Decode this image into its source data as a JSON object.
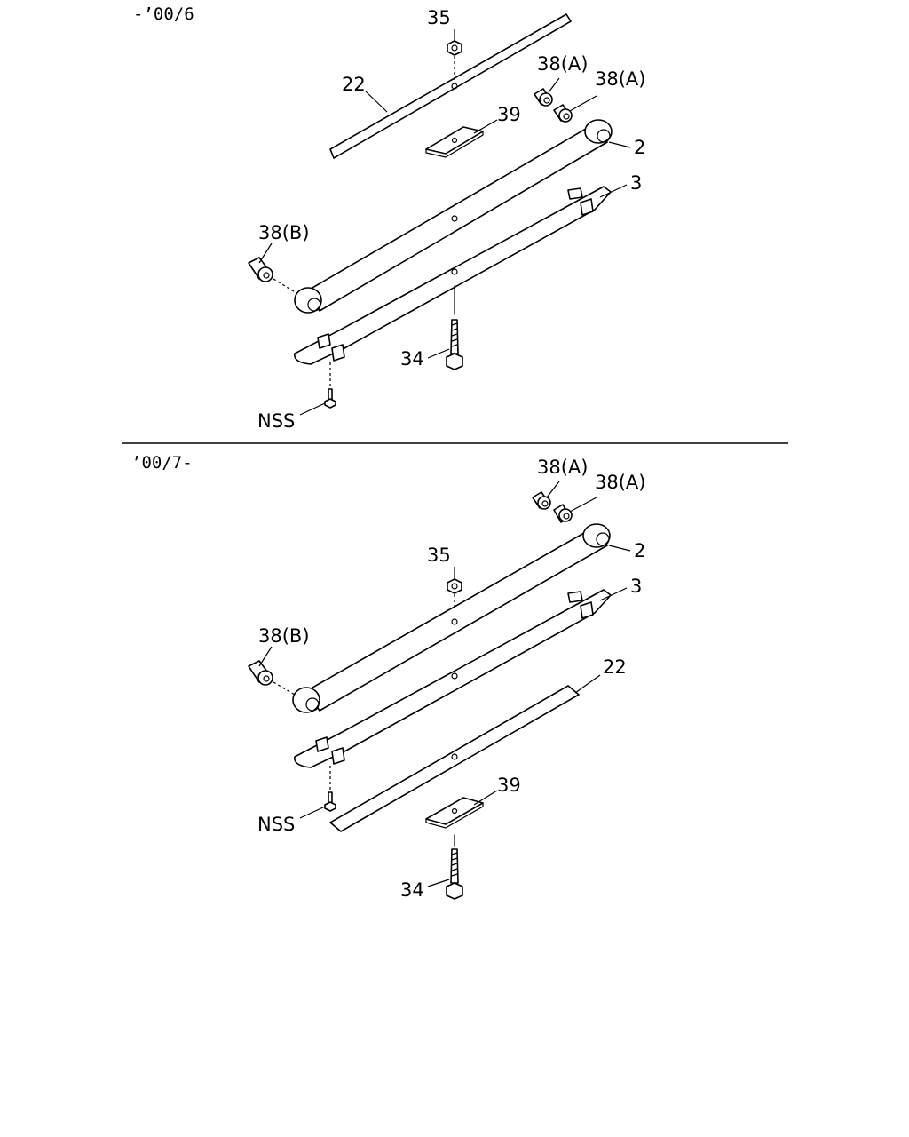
{
  "sections": [
    {
      "range_label": "-’00/6",
      "callouts": {
        "c35": "35",
        "c22": "22",
        "c38a1": "38(A)",
        "c38a2": "38(A)",
        "c39": "39",
        "c2": "2",
        "c3": "3",
        "c38b": "38(B)",
        "c34": "34",
        "cnss": "NSS"
      }
    },
    {
      "range_label": "’00/7-",
      "callouts": {
        "c38a1": "38(A)",
        "c38a2": "38(A)",
        "c35": "35",
        "c2": "2",
        "c3": "3",
        "c38b": "38(B)",
        "c22": "22",
        "c39": "39",
        "cnss": "NSS",
        "c34": "34"
      }
    }
  ]
}
